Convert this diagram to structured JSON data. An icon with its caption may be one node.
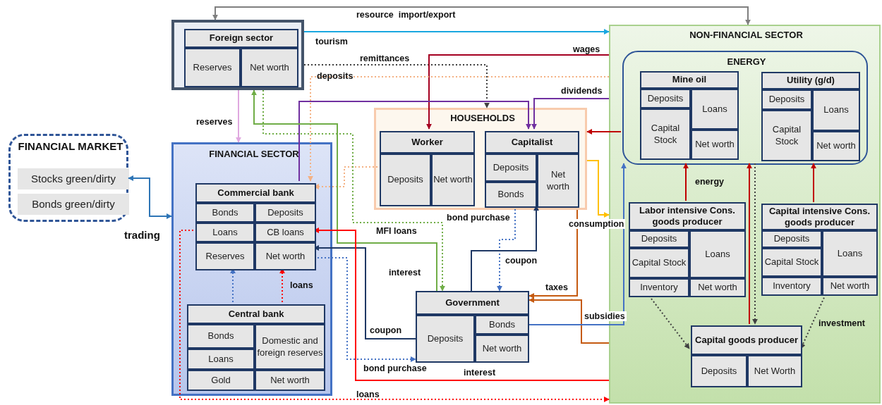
{
  "diagram": {
    "nodes": [
      {
        "text": [
          "FINANCIAL MARKET",
          "Stocks green/dirty",
          "Bonds green/dirty"
        ]
      },
      {
        "text": [
          "Foreign sector",
          "Reserves",
          "Net worth"
        ]
      },
      {
        "text": [
          "FINANCIAL SECTOR"
        ]
      },
      {
        "text": [
          "Commercial bank",
          "Bonds",
          "Deposits",
          "Loans",
          "CB loans",
          "Reserves",
          "Net worth"
        ],
        "in": 2
      },
      {
        "text": [
          "Central bank",
          "Bonds",
          "Domestic and foreign reserves",
          "Loans",
          "Gold",
          "Net worth"
        ],
        "in": 2
      },
      {
        "text": [
          "HOUSEHOLDS"
        ]
      },
      {
        "text": [
          "Worker",
          "Deposits",
          "Net worth"
        ],
        "in": 5
      },
      {
        "text": [
          "Capitalist",
          "Deposits",
          "Bonds",
          "Net worth"
        ],
        "in": 5
      },
      {
        "text": [
          "Government",
          "Deposits",
          "Bonds",
          "Net worth"
        ]
      },
      {
        "text": [
          "NON-FINANCIAL SECTOR"
        ]
      },
      {
        "text": [
          "ENERGY"
        ],
        "in": 9
      },
      {
        "text": [
          "Mine oil",
          "Deposits",
          "Loans",
          "Capital Stock",
          "Net worth"
        ],
        "in": 10
      },
      {
        "text": [
          "Utility (g/d)",
          "Deposits",
          "Loans",
          "Capital Stock",
          "Net worth"
        ],
        "in": 10
      },
      {
        "text": [
          "Labor intensive Cons. goods producer",
          "Deposits",
          "Loans",
          "Capital Stock",
          "Inventory",
          "Net worth"
        ],
        "in": 9
      },
      {
        "text": [
          "Capital intensive Cons. goods producer",
          "Deposits",
          "Loans",
          "Capital Stock",
          "Inventory",
          "Net worth"
        ],
        "in": 9
      },
      {
        "text": [
          "Capital goods producer",
          "Deposits",
          "Net Worth"
        ],
        "in": 9
      }
    ],
    "edges": [
      {
        "from": 0,
        "to": 2,
        "arrow": "both",
        "label": "trading",
        "color": "#2e75b6"
      },
      {
        "from": 9,
        "to": 1,
        "arrow": "both",
        "label": "resource  import/export",
        "color": "#7f7f7f"
      },
      {
        "from": 1,
        "to": 9,
        "arrow": "to",
        "label": "tourism",
        "color": "#1aa7e0"
      },
      {
        "from": 1,
        "to": 5,
        "arrow": "to",
        "label": "remittances",
        "style": "dashed",
        "color": "#404040"
      },
      {
        "from": 9,
        "to": 6,
        "arrow": "to",
        "label": "wages",
        "color": "#a50021"
      },
      {
        "from": 9,
        "to": 3,
        "arrow": "to",
        "label": "deposits",
        "style": "dashed",
        "color": "#f4b183"
      },
      {
        "from": 9,
        "to": 7,
        "arrow": "to",
        "label": "dividends",
        "color": "#7030a0"
      },
      {
        "from": 3,
        "to": 7,
        "arrow": "to",
        "color": "#7030a0"
      },
      {
        "from": 1,
        "to": 2,
        "arrow": "to",
        "label": "reserves",
        "color": "#e0a8e0"
      },
      {
        "from": 10,
        "to": 5,
        "arrow": "to",
        "color": "#c00000"
      },
      {
        "from": 6,
        "to": 3,
        "arrow": "to",
        "style": "dashed",
        "color": "#f4b183"
      },
      {
        "from": 5,
        "to": 9,
        "arrow": "to",
        "label": "consumption",
        "color": "#ffc000"
      },
      {
        "from": 7,
        "to": 8,
        "arrow": "to",
        "label": "bond purchase",
        "style": "dashed",
        "color": "#4472c4"
      },
      {
        "from": 1,
        "to": 8,
        "arrow": "to",
        "label": "MFI loans",
        "style": "dashed",
        "color": "#70ad47"
      },
      {
        "from": 8,
        "to": 7,
        "arrow": "to",
        "label": "coupon"
      },
      {
        "from": 8,
        "to": 1,
        "arrow": "to",
        "label": "interest",
        "color": "#70ad47"
      },
      {
        "from": 8,
        "to": 3,
        "arrow": "to",
        "label": "coupon"
      },
      {
        "from": 5,
        "to": 8,
        "arrow": "to",
        "label": "taxes",
        "color": "#c55a11"
      },
      {
        "from": 9,
        "to": 8,
        "arrow": "to",
        "color": "#c55a11"
      },
      {
        "from": 8,
        "to": 10,
        "arrow": "to",
        "label": "subsidies",
        "color": "#4472c4"
      },
      {
        "from": 4,
        "to": 3,
        "arrow": "to",
        "style": "dashed",
        "color": "#4472c4"
      },
      {
        "from": 4,
        "to": 3,
        "arrow": "to",
        "label": "loans",
        "style": "dashed",
        "color": "#ff0000"
      },
      {
        "from": 3,
        "to": 8,
        "arrow": "to",
        "label": "bond purchase",
        "style": "dashed",
        "color": "#4472c4"
      },
      {
        "from": 9,
        "to": 3,
        "arrow": "to",
        "label": "interest",
        "color": "#ff0000"
      },
      {
        "from": 3,
        "to": 9,
        "arrow": "to",
        "label": "loans",
        "style": "dashed",
        "color": "#ff0000"
      },
      {
        "from": 13,
        "to": 10,
        "arrow": "to",
        "label": "energy",
        "color": "#c00000"
      },
      {
        "from": 15,
        "to": 10,
        "arrow": "to",
        "color": "#c00000"
      },
      {
        "from": 14,
        "to": 10,
        "arrow": "to",
        "color": "#c00000"
      },
      {
        "from": 10,
        "to": 15,
        "arrow": "to",
        "style": "dashed",
        "color": "#404040"
      },
      {
        "from": 13,
        "to": 15,
        "arrow": "to",
        "style": "dashed",
        "color": "#404040"
      },
      {
        "from": 14,
        "to": 15,
        "arrow": "to",
        "label": "investment",
        "style": "dashed",
        "color": "#404040"
      }
    ]
  }
}
